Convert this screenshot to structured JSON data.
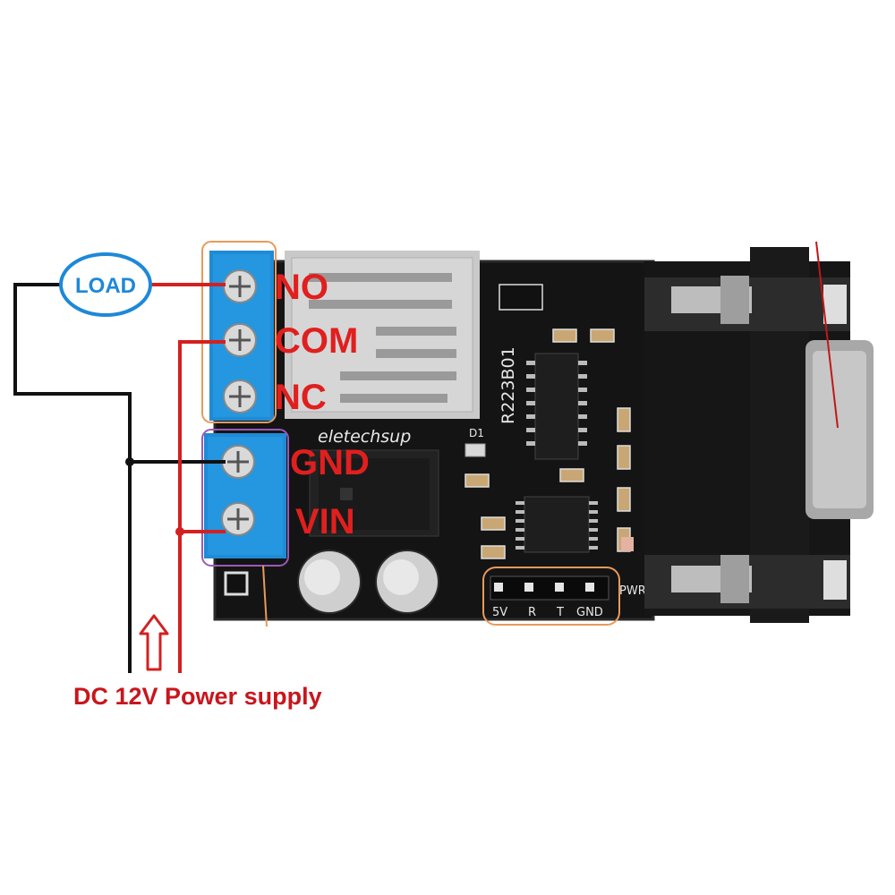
{
  "load_label": "LOAD",
  "terminals": {
    "relay": [
      {
        "label": "NO"
      },
      {
        "label": "COM"
      },
      {
        "label": "NC"
      }
    ],
    "power": [
      {
        "label": "GND"
      },
      {
        "label": "VIN"
      }
    ]
  },
  "board": {
    "brand": "eletechsup",
    "model": "R223B01",
    "led_label": "D1",
    "pwr_label": "PWR",
    "header_pins": [
      "5V",
      "R",
      "T",
      "GND"
    ]
  },
  "caption": "DC 12V Power supply",
  "colors": {
    "label_red": "#e01f1f",
    "caption_red": "#c8161d",
    "wire_red": "#d42020",
    "wire_black": "#111111",
    "load_ring": "#1e88d8",
    "load_text": "#1e88d8",
    "terminal_blue": "#1f8bd6",
    "pcb": "#141414",
    "outline_orange": "#e89a5a",
    "outline_purple": "#9b59b6"
  }
}
